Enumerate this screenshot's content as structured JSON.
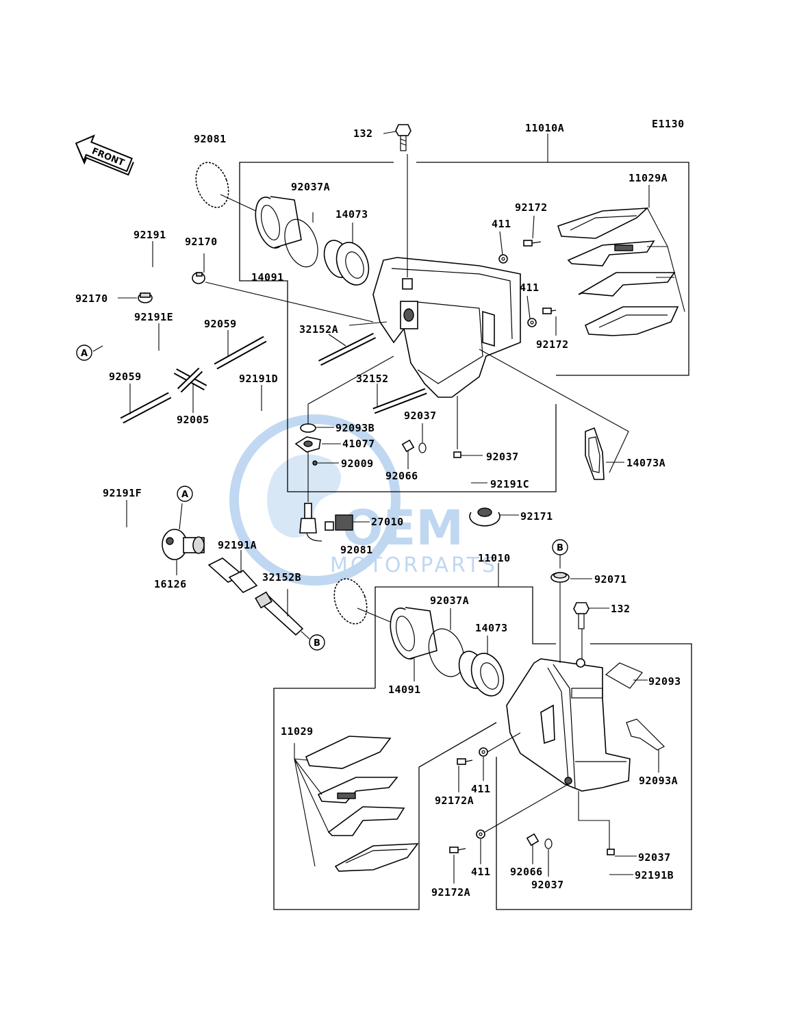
{
  "diagram_code": "E1130",
  "front_arrow_label": "FRONT",
  "watermark": {
    "brand": "OEM",
    "tagline": "MOTORPARTS",
    "color": "#4a90d9"
  },
  "ref_markers": {
    "a": "A",
    "b": "B"
  },
  "labels": {
    "l92081": "92081",
    "l92037A": "92037A",
    "l14073": "14073",
    "l14091": "14091",
    "l92191": "92191",
    "l92170a": "92170",
    "l92170b": "92170",
    "l92191E": "92191E",
    "l92059a": "92059",
    "l92059b": "92059",
    "l92005": "92005",
    "l92191D": "92191D",
    "l132a": "132",
    "l11010A": "11010A",
    "l11029A": "11029A",
    "l92172a": "92172",
    "l411a": "411",
    "l411b": "411",
    "l92172b": "92172",
    "l32152A": "32152A",
    "l32152": "32152",
    "l92093B": "92093B",
    "l41077": "41077",
    "l92009": "92009",
    "l92037a": "92037",
    "l92037b": "92037",
    "l92066a": "92066",
    "l92191C": "92191C",
    "l14073A": "14073A",
    "l27010": "27010",
    "l92171": "92171",
    "l92191F": "92191F",
    "l16126": "16126",
    "l92191A": "92191A",
    "l32152B": "32152B",
    "l92081b": "92081",
    "l11010": "11010",
    "l92071": "92071",
    "l132b": "132",
    "l92037A2": "92037A",
    "l14073b": "14073",
    "l14091b": "14091",
    "l92093": "92093",
    "l11029": "11029",
    "l411c": "411",
    "l92172A1": "92172A",
    "l92093A": "92093A",
    "l411d": "411",
    "l92172A2": "92172A",
    "l92066b": "92066",
    "l92037c": "92037",
    "l92037d": "92037",
    "l92191B": "92191B"
  }
}
